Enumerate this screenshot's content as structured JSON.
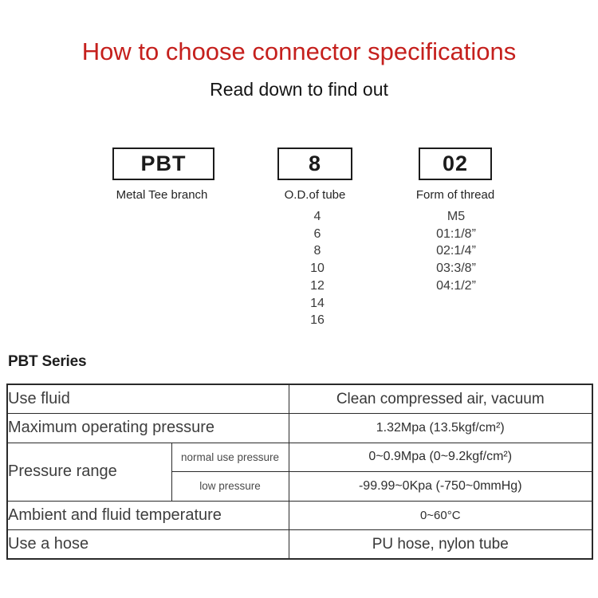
{
  "header": {
    "title": "How to choose connector specifications",
    "subtitle": "Read down to find out"
  },
  "breakdown": {
    "boxes": [
      {
        "code": "PBT",
        "label": "Metal Tee branch"
      },
      {
        "code": "8",
        "label": "O.D.of tube"
      },
      {
        "code": "02",
        "label": "Form of thread"
      }
    ],
    "tube_options": [
      "4",
      "6",
      "8",
      "10",
      "12",
      "14",
      "16"
    ],
    "thread_options": [
      "M5",
      "01:1/8”",
      "02:1/4”",
      "03:3/8”",
      "04:1/2”"
    ]
  },
  "series": {
    "heading": "PBT Series",
    "rows": {
      "use_fluid": {
        "label": "Use fluid",
        "value": "Clean compressed air, vacuum"
      },
      "max_pressure": {
        "label": "Maximum operating pressure",
        "value": "1.32Mpa (13.5kgf/cm²)"
      },
      "pressure_range": {
        "label": "Pressure range",
        "normal": {
          "label": "normal use pressure",
          "value": "0~0.9Mpa (0~9.2kgf/cm²)"
        },
        "low": {
          "label": "low pressure",
          "value": "-99.99~0Kpa (-750~0mmHg)"
        }
      },
      "temperature": {
        "label": "Ambient and fluid temperature",
        "value": "0~60°C"
      },
      "hose": {
        "label": "Use a hose",
        "value": "PU hose, nylon tube"
      }
    }
  },
  "colors": {
    "title_red": "#c5201d",
    "row_beige": "#f2ecde",
    "border_dark": "#2a2a2a"
  }
}
